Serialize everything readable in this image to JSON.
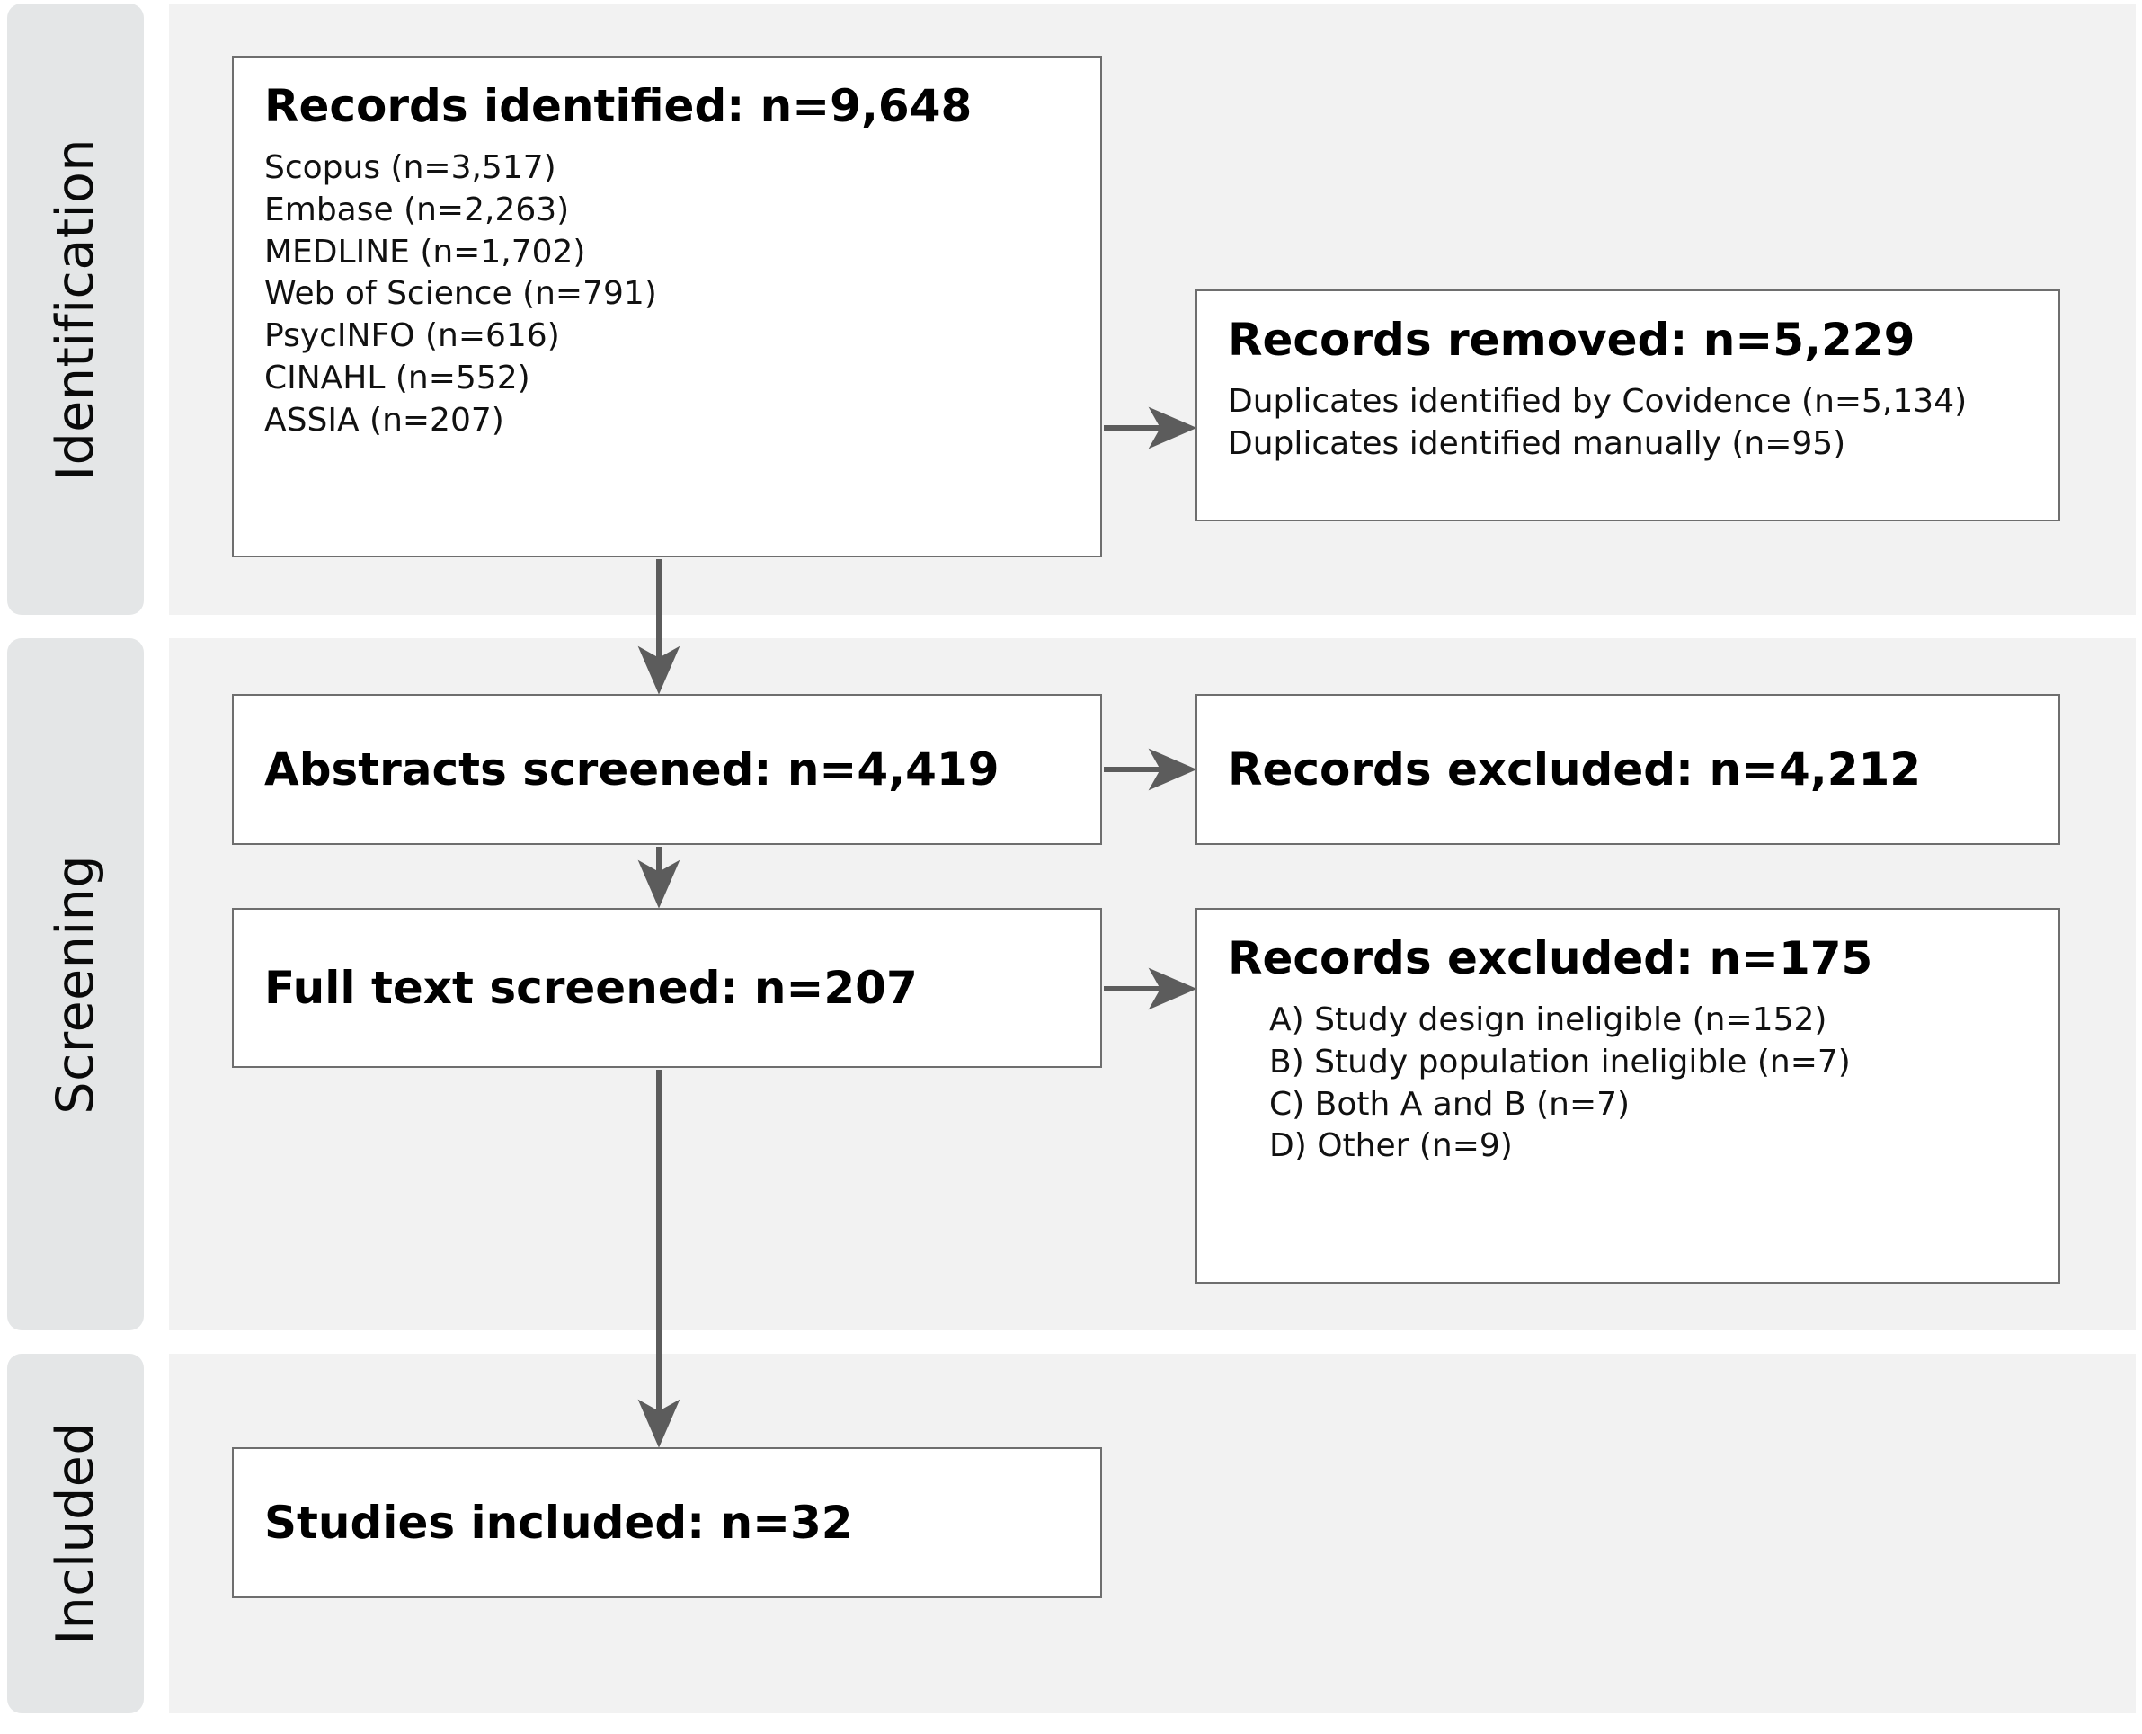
{
  "diagram": {
    "type": "prisma-flow-diagram",
    "palette": {
      "rail_background": "#e4e6e7",
      "band_background": "#f2f2f2",
      "node_background": "#ffffff",
      "node_border": "#6e6e6e",
      "connector": "#5c5c5c",
      "text": "#000000"
    }
  },
  "stages": {
    "identification": {
      "label": "Identification"
    },
    "screening": {
      "label": "Screening"
    },
    "included": {
      "label": "Included"
    }
  },
  "nodes": {
    "records_identified": {
      "title": "Records identified: n=9,648",
      "sources": [
        "Scopus (n=3,517)",
        "Embase (n=2,263)",
        "MEDLINE (n=1,702)",
        "Web of Science (n=791)",
        "PsycINFO (n=616)",
        "CINAHL (n=552)",
        "ASSIA (n=207)"
      ]
    },
    "records_removed": {
      "title": "Records removed: n=5,229",
      "reasons": [
        "Duplicates identified by Covidence (n=5,134)",
        "Duplicates identified manually (n=95)"
      ]
    },
    "abstracts_screened": {
      "title": "Abstracts screened: n=4,419"
    },
    "records_excluded_abstracts": {
      "title": "Records excluded: n=4,212"
    },
    "full_text_screened": {
      "title": "Full text screened: n=207"
    },
    "records_excluded_fulltext": {
      "title": "Records excluded: n=175",
      "reasons": [
        "A) Study design ineligible (n=152)",
        "B) Study population ineligible (n=7)",
        "C) Both A and B (n=7)",
        "D) Other (n=9)"
      ]
    },
    "studies_included": {
      "title": "Studies included: n=32"
    }
  },
  "chart_data": {
    "type": "diagram",
    "title": "PRISMA study selection flow",
    "stages": [
      "Identification",
      "Screening",
      "Included"
    ],
    "flow": [
      {
        "stage": "Identification",
        "label": "Records identified",
        "n": 9648,
        "breakdown": [
          {
            "source": "Scopus",
            "n": 3517
          },
          {
            "source": "Embase",
            "n": 2263
          },
          {
            "source": "MEDLINE",
            "n": 1702
          },
          {
            "source": "Web of Science",
            "n": 791
          },
          {
            "source": "PsycINFO",
            "n": 616
          },
          {
            "source": "CINAHL",
            "n": 552
          },
          {
            "source": "ASSIA",
            "n": 207
          }
        ]
      },
      {
        "stage": "Identification",
        "label": "Records removed",
        "n": 5229,
        "breakdown": [
          {
            "source": "Duplicates identified by Covidence",
            "n": 5134
          },
          {
            "source": "Duplicates identified manually",
            "n": 95
          }
        ]
      },
      {
        "stage": "Screening",
        "label": "Abstracts screened",
        "n": 4419
      },
      {
        "stage": "Screening",
        "label": "Records excluded",
        "n": 4212
      },
      {
        "stage": "Screening",
        "label": "Full text screened",
        "n": 207
      },
      {
        "stage": "Screening",
        "label": "Records excluded",
        "n": 175,
        "breakdown": [
          {
            "source": "A) Study design ineligible",
            "n": 152
          },
          {
            "source": "B) Study population ineligible",
            "n": 7
          },
          {
            "source": "C) Both A and B",
            "n": 7
          },
          {
            "source": "D) Other",
            "n": 9
          }
        ]
      },
      {
        "stage": "Included",
        "label": "Studies included",
        "n": 32
      }
    ]
  }
}
